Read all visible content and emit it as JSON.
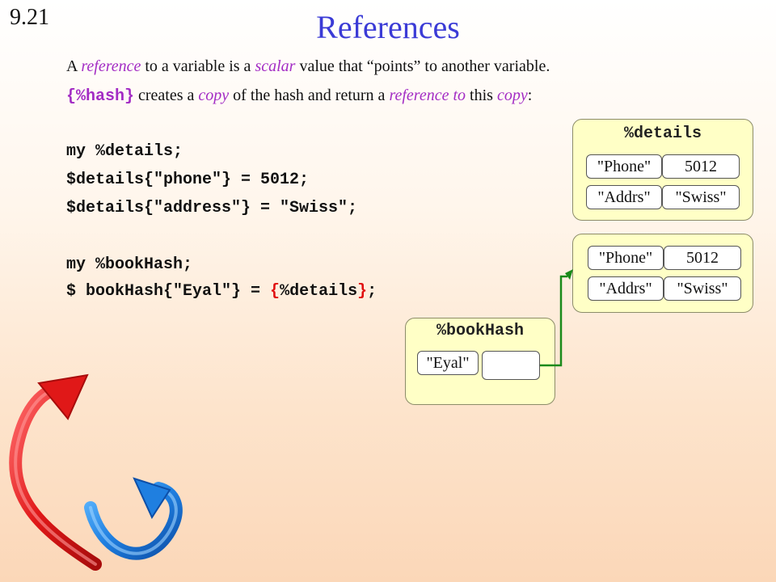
{
  "slide": {
    "number": "9.21",
    "title": "References"
  },
  "intro": {
    "line1": {
      "p1": "A ",
      "e1": "reference",
      "p2": " to a variable is a ",
      "e2": "scalar",
      "p3": " value that “points” to another variable."
    },
    "line2": {
      "code": "{%hash}",
      "p1": " creates a ",
      "e1": "copy",
      "p2": " of the hash and return a ",
      "e2": "reference to",
      "p3": " this ",
      "e3": "copy",
      "p4": ":"
    }
  },
  "code": {
    "line1": "my %details;",
    "line2": "$details{\"phone\"} = 5012;",
    "line3": "$details{\"address\"} = \"Swiss\";",
    "line4": "my %bookHash;",
    "line5_pre": "$ bookHash{\"Eyal\"} = ",
    "line5_open": "{",
    "line5_mid": "%details",
    "line5_close": "}",
    "line5_end": ";"
  },
  "details_panel": {
    "title": "%details",
    "rows": [
      {
        "key": "\"Phone\"",
        "value": "5012"
      },
      {
        "key": "\"Addrs\"",
        "value": "\"Swiss\""
      }
    ]
  },
  "copy_panel": {
    "rows": [
      {
        "key": "\"Phone\"",
        "value": "5012"
      },
      {
        "key": "\"Addrs\"",
        "value": "\"Swiss\""
      }
    ]
  },
  "bookhash_panel": {
    "title": "%bookHash",
    "rows": [
      {
        "key": "\"Eyal\"",
        "value": ""
      }
    ]
  },
  "colors": {
    "title": "#3b3bd6",
    "emphasis": "#a32cc4",
    "brace": "#e01010",
    "panel": "#ffffc6",
    "pointer": "#1a8a1a"
  },
  "decoration": "red-and-blue-curved-arrows"
}
